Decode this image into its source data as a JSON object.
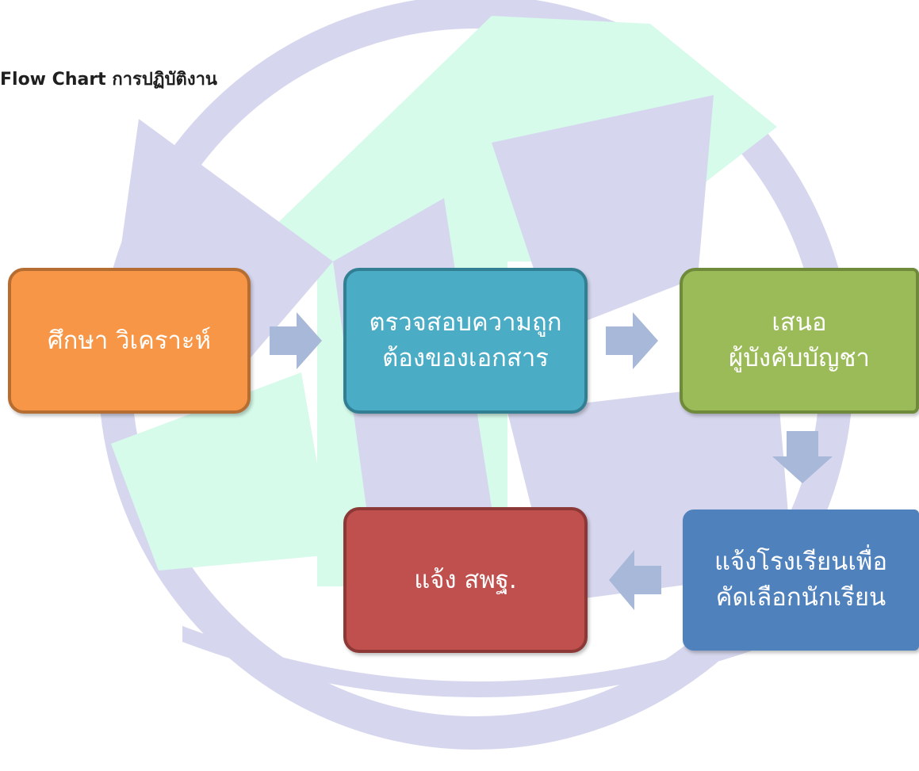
{
  "title": "Flow Chart การปฏิบัติงาน",
  "colors": {
    "orange": "#F79646",
    "teal": "#4BACC6",
    "green": "#9BBB59",
    "blue": "#4F81BD",
    "red": "#C0504D",
    "arrow": "#A8B8D8",
    "watermark_purple": "#D6D7EE",
    "watermark_mint": "#D6FBEA"
  },
  "steps": [
    {
      "id": "study",
      "lines": [
        "ศึกษา วิเคราะห์"
      ]
    },
    {
      "id": "verify",
      "lines": [
        "ตรวจสอบความถูก",
        "ต้องของเอกสาร"
      ]
    },
    {
      "id": "propose",
      "lines": [
        "เสนอ",
        "ผู้บังคับบัญชา"
      ]
    },
    {
      "id": "notify_school",
      "lines": [
        "แจ้งโรงเรียนเพื่อ",
        "คัดเลือกนักเรียน"
      ]
    },
    {
      "id": "notify_office",
      "lines": [
        "แจ้ง สพฐ."
      ]
    }
  ],
  "watermark": "watermark-emblem-icon",
  "arrow_icon": "block-arrow-icon"
}
